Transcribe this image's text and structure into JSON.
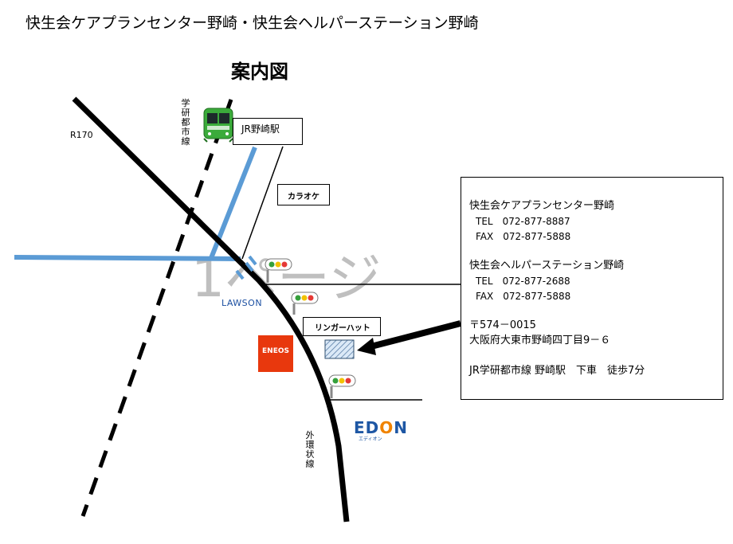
{
  "header": {
    "title": "快生会ケアプランセンター野崎・快生会ヘルパーステーション野崎"
  },
  "map": {
    "title": "案内図",
    "road_r170": "R170",
    "line_gakken": "学研都市線",
    "line_gaikan": "外環状線",
    "watermark": "1ページ",
    "station": "JR野崎駅",
    "karaoke": "カラオケ",
    "lawson": "LAWSON",
    "eneos": "ENEOS",
    "ringer_hut": "リンガーハット",
    "edion": {
      "brand_left": "ED",
      "brand_mid": "O",
      "brand_right": "N",
      "kana": "エディオン"
    },
    "colors": {
      "river": "#5b9bd5",
      "eneos": "#e8380d",
      "edion_blue": "#1e57a4",
      "edion_orange": "#f08300",
      "train": "#3bab3b"
    }
  },
  "info": {
    "care_name": "快生会ケアプランセンター野崎",
    "care_tel": "TEL　072-877-8887",
    "care_fax": "FAX　072-877-5888",
    "helper_name": "快生会ヘルパーステーション野崎",
    "helper_tel": "TEL　072-877-2688",
    "helper_fax": "FAX　072-877-5888",
    "postal": "〒574－0015",
    "address": "大阪府大東市野崎四丁目9－６",
    "access": "JR学研都市線 野崎駅　下車　徒歩7分"
  }
}
